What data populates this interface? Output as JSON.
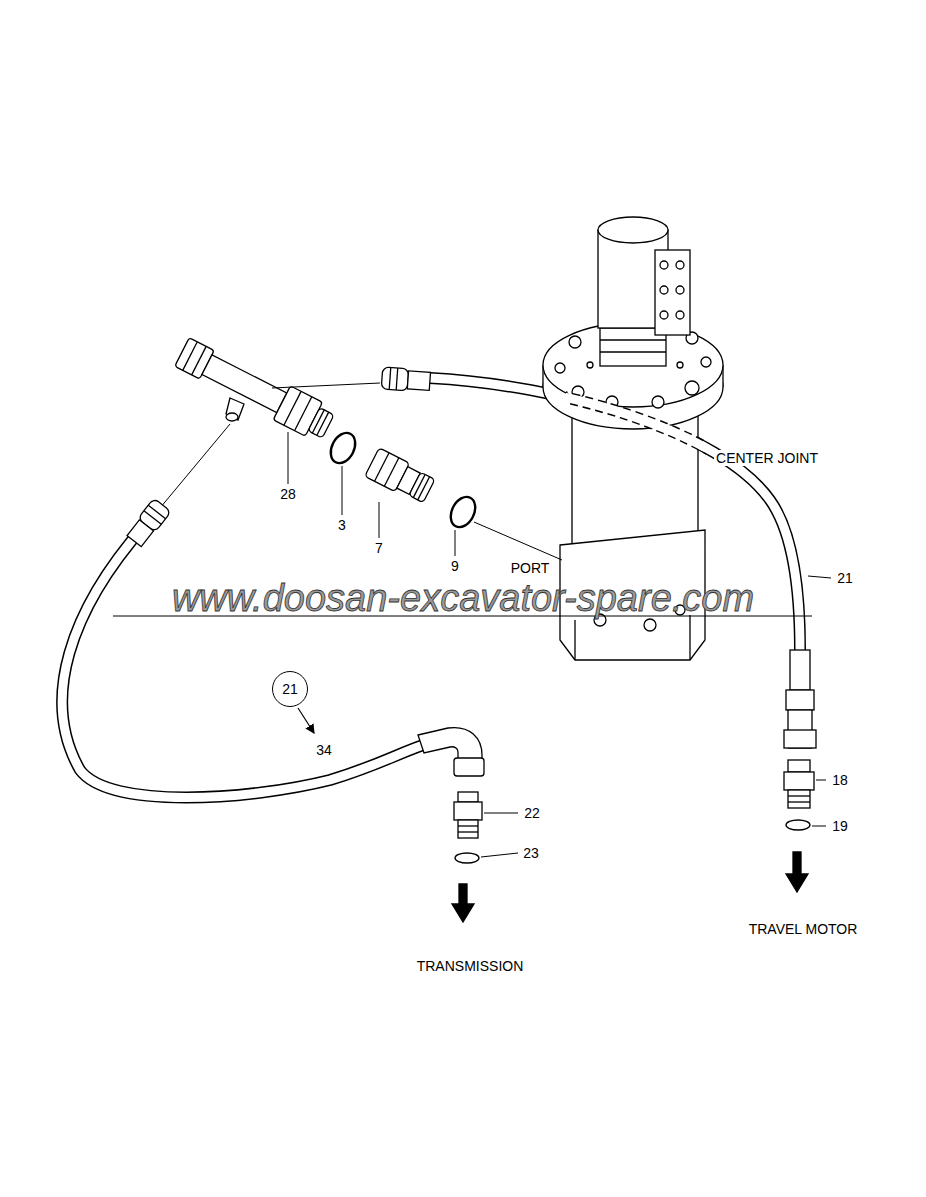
{
  "diagram": {
    "nodes": [
      {
        "text": [
          "21"
        ]
      }
    ],
    "labels": [
      "CENTER JOINT",
      "28",
      "3",
      "7",
      "9",
      "PORT",
      "21",
      "www.doosan-excavator-spare.com",
      "34",
      "22",
      "23",
      "18",
      "19",
      "TRAVEL MOTOR",
      "TRANSMISSION"
    ]
  }
}
